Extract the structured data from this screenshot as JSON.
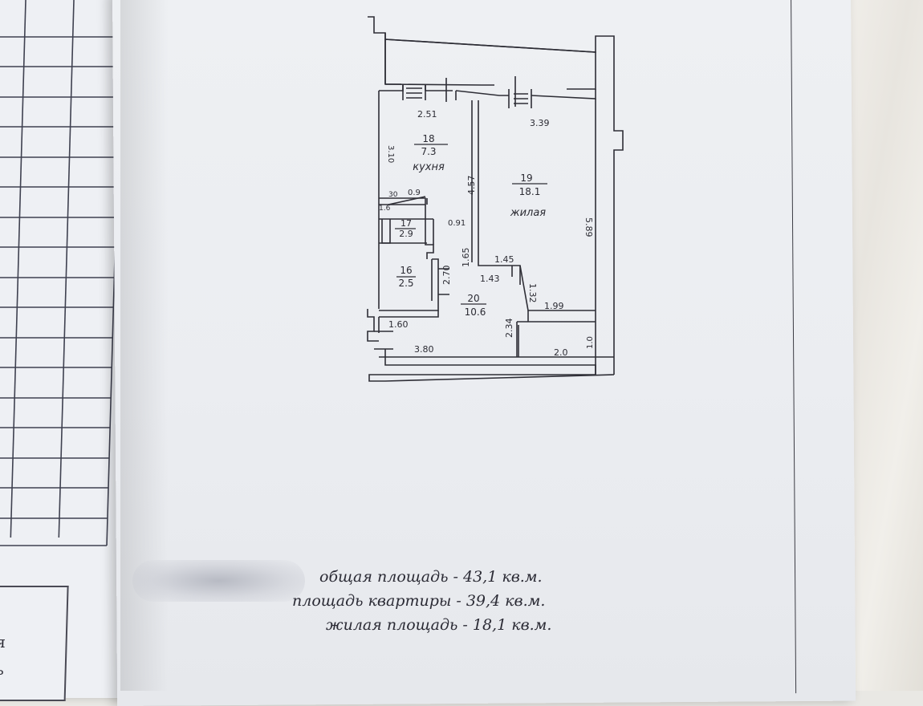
{
  "floor_plan": {
    "rooms": [
      {
        "number": "18",
        "area": "7.3",
        "name": "кухня"
      },
      {
        "number": "19",
        "area": "18.1",
        "name": "жилая"
      },
      {
        "number": "17",
        "area": "2.9",
        "name": ""
      },
      {
        "number": "16",
        "area": "2.5",
        "name": ""
      },
      {
        "number": "20",
        "area": "10.6",
        "name": ""
      }
    ],
    "dimensions": {
      "d_251": "2.51",
      "d_339": "3.39",
      "d_310": "3.10",
      "d_457": "4.57",
      "d_589": "5.89",
      "d_30": "30",
      "d_09": "0.9",
      "d_16": "1.6",
      "d_091": "0.91",
      "d_165": "1.65",
      "d_145": "1.45",
      "d_270": "2.70",
      "d_143": "1.43",
      "d_132": "1.32",
      "d_199": "1.99",
      "d_160": "1.60",
      "d_234": "2.34",
      "d_380": "3.80",
      "d_20": "2.0",
      "d_10": "1.0"
    }
  },
  "summary": {
    "total_area": "общая площадь - 43,1 кв.м.",
    "apartment_area": "площадь квартиры - 39,4 кв.м.",
    "living_area": "жилая площадь - 18,1 кв.м."
  },
  "left_page": {
    "stub_line1": "ая",
    "stub_line2": "дь"
  }
}
